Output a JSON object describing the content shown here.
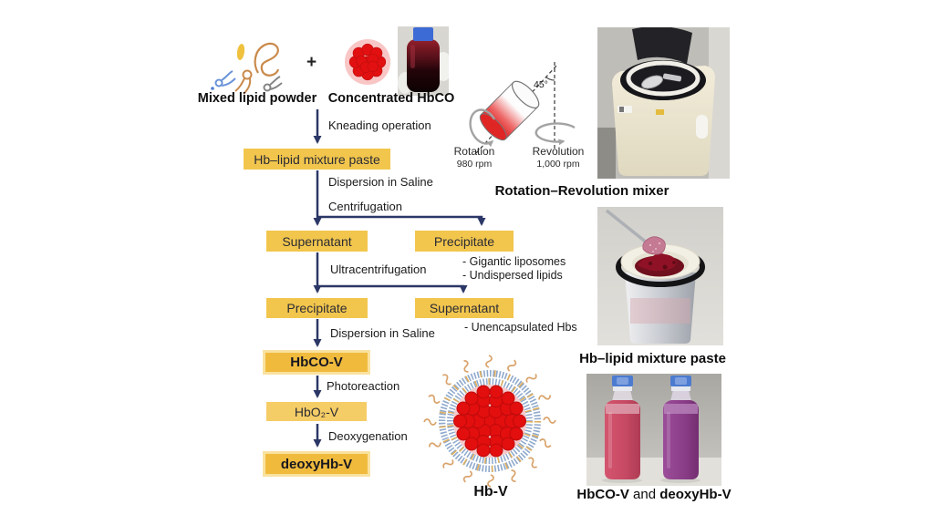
{
  "ingredients": {
    "lipid_label": "Mixed lipid powder",
    "plus": "+",
    "hbco_label": "Concentrated HbCO"
  },
  "flowchart": {
    "boxes": {
      "paste": "Hb–lipid mixture paste",
      "supernatant1": "Supernatant",
      "precipitate1": "Precipitate",
      "precipitate2": "Precipitate",
      "supernatant2": "Supernatant",
      "hbco_v": "HbCO-V",
      "hbo2_v": "HbO₂-V",
      "deoxyhb_v": "deoxyHb-V"
    },
    "steps": {
      "kneading": "Kneading operation",
      "dispersion1": "Dispersion in Saline",
      "centrifugation": "Centrifugation",
      "ultracentrifugation": "Ultracentrifugation",
      "dispersion2": "Dispersion in Saline",
      "photoreaction": "Photoreaction",
      "deoxygenation": "Deoxygenation"
    },
    "byproducts": {
      "gigantic_liposomes": "- Gigantic liposomes",
      "undispersed_lipids": "- Undispersed lipids",
      "unencapsulated_hbs": "- Unencapsulated Hbs"
    }
  },
  "mixer_diagram": {
    "angle": "45°",
    "rotation_label": "Rotation",
    "rotation_rpm": "980 rpm",
    "revolution_label": "Revolution",
    "revolution_rpm": "1,000 rpm"
  },
  "captions": {
    "mixer": "Rotation–Revolution mixer",
    "paste": "Hb–lipid mixture paste",
    "hbv": "Hb-V",
    "bottles_left": "HbCO-V",
    "bottles_and": " and ",
    "bottles_right": "deoxyHb-V"
  },
  "colors": {
    "flow_box_fill": "#F2C64D",
    "flow_box_bold_fill": "#F0BB3D",
    "flow_box_bold_border": "#F9E2A0",
    "arrow": "#2B3766",
    "hb_red": "#E21010",
    "hbco_v_bottle": "#C64963",
    "deoxyhb_v_bottle": "#8A3D87"
  }
}
